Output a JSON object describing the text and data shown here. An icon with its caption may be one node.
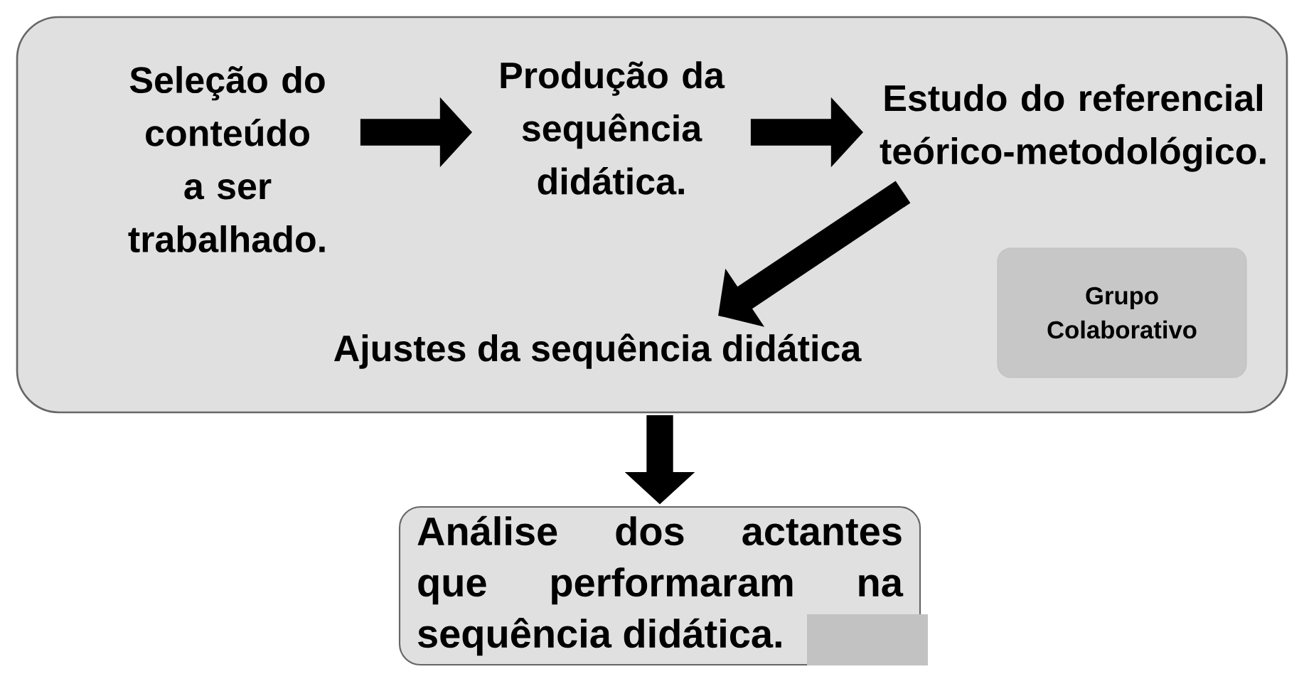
{
  "diagram": {
    "nodes": [
      {
        "text": [],
        "shape": "box"
      },
      {
        "text": [
          "Seleção do conteúdo a ser trabalhado."
        ],
        "in": 0
      },
      {
        "text": [
          "Produção da sequência didática."
        ],
        "in": 0
      },
      {
        "text": [
          "Estudo do referencial teórico-metodológico."
        ],
        "in": 0
      },
      {
        "text": [
          "Ajustes da sequência didática"
        ],
        "in": 0
      },
      {
        "text": [
          "Grupo Colaborativo"
        ],
        "in": 0
      },
      {
        "text": [
          "Análise dos actantes que performaram na sequência didática."
        ]
      },
      {
        "text": [],
        "shape": "box",
        "in": 6
      }
    ],
    "edges": [
      {
        "from": 1,
        "to": 2,
        "arrow": "to"
      },
      {
        "from": 2,
        "to": 3,
        "arrow": "to"
      },
      {
        "from": 3,
        "to": 4,
        "arrow": "to"
      },
      {
        "from": 0,
        "to": 6,
        "arrow": "to"
      }
    ]
  }
}
